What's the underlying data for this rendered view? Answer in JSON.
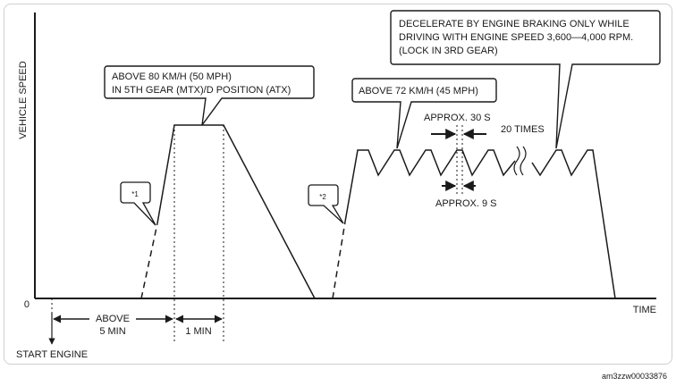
{
  "axes": {
    "y_label": "VEHICLE SPEED",
    "x_label": "TIME",
    "origin": "0"
  },
  "start_engine_label": "START ENGINE",
  "intervals": {
    "above_5min_line1": "ABOVE",
    "above_5min_line2": "5 MIN",
    "one_min": "1 MIN",
    "approx_30s": "APPROX. 30 S",
    "approx_9s": "APPROX. 9 S",
    "twenty_times": "20 TIMES"
  },
  "callouts": {
    "above80_line1": "ABOVE 80 KM/H (50 MPH)",
    "above80_line2": "IN 5TH GEAR (MTX)/D POSITION (ATX)",
    "above72": "ABOVE 72 KM/H (45 MPH)",
    "decel_line1": "DECELERATE BY ENGINE BRAKING ONLY WHILE",
    "decel_line2": "DRIVING WITH ENGINE SPEED 3,600—4,000 RPM.",
    "decel_line3": "(LOCK IN 3RD GEAR)",
    "note1": "*1",
    "note2": "*2"
  },
  "figure_id": "am3zzw00033876",
  "colors": {
    "line": "#1a1a1a",
    "frame": "#cfcfcf"
  }
}
